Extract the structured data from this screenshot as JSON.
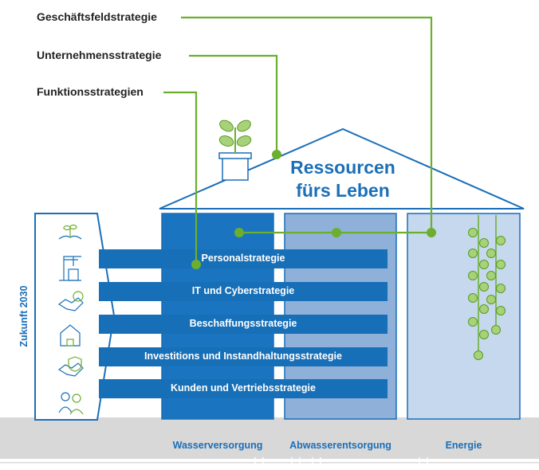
{
  "labels": {
    "business": "Geschäftsfeldstrategie",
    "corporate": "Unternehmensstrategie",
    "functional": "Funktionsstrategien"
  },
  "roof": {
    "line1": "Ressourcen",
    "line2": "fürs Leben"
  },
  "side_label": "Zukunft 2030",
  "functional_strategies": [
    "Personalstrategie",
    "IT  und Cyberstrategie",
    "Beschaffungsstrategie",
    "Investitions  und Instandhaltungsstrategie",
    "Kunden  und Vertriebsstrategie"
  ],
  "business_fields": [
    "Wasserversorgung",
    "Abwasserentsorgung",
    "Energie"
  ],
  "icons": [
    "plant-hands-icon",
    "crane-icon",
    "handshake-euro-icon",
    "house-water-icon",
    "handshake-shield-icon",
    "people-icon"
  ],
  "colors": {
    "accent_blue": "#1b6fb8",
    "water_col": "#1a74c0",
    "sewage_col": "#8fb0d8",
    "energy_col": "#c5d8ee",
    "band": "#176fb7",
    "green": "#6cae2d",
    "ground": "#d8d8d8"
  }
}
